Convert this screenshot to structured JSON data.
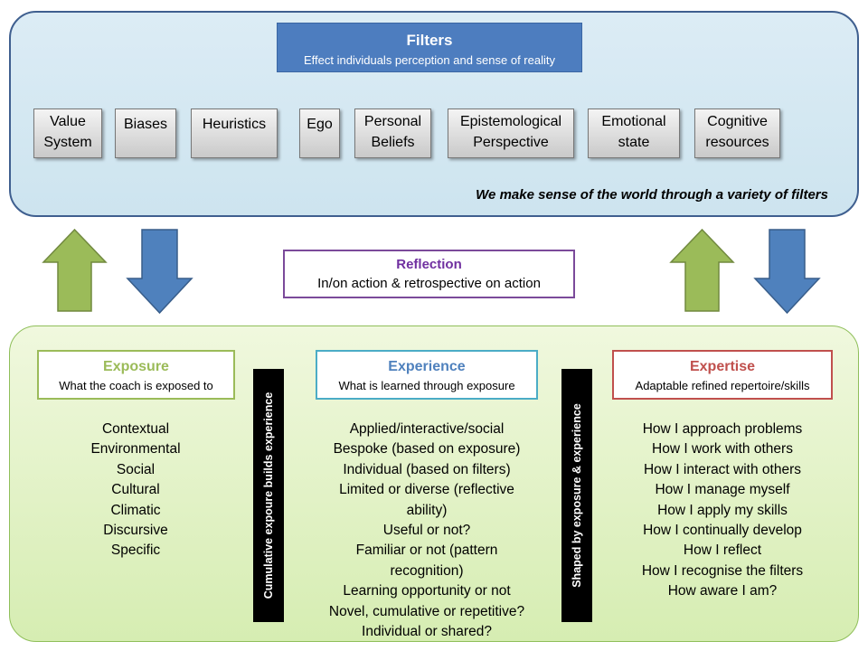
{
  "filters": {
    "title": "Filters",
    "subtitle": "Effect individuals perception and sense of reality",
    "items": [
      {
        "line1": "Value",
        "line2": "System"
      },
      {
        "line1": "Biases",
        "line2": ""
      },
      {
        "line1": "Heuristics",
        "line2": ""
      },
      {
        "line1": "Ego",
        "line2": ""
      },
      {
        "line1": "Personal",
        "line2": "Beliefs"
      },
      {
        "line1": "Epistemological",
        "line2": "Perspective"
      },
      {
        "line1": "Emotional",
        "line2": "state"
      },
      {
        "line1": "Cognitive",
        "line2": "resources"
      }
    ],
    "caption": "We make sense of the world through a variety of filters"
  },
  "reflection": {
    "title": "Reflection",
    "subtitle": "In/on action & retrospective on action"
  },
  "exposure": {
    "title": "Exposure",
    "subtitle": "What the coach is exposed to",
    "items": [
      "Contextual",
      "Environmental",
      "Social",
      "Cultural",
      "Climatic",
      "Discursive",
      "Specific"
    ]
  },
  "bar_left": "Cumulative expoure builds experience",
  "experience": {
    "title": "Experience",
    "subtitle": "What is learned through exposure",
    "items": [
      "Applied/interactive/social",
      "Bespoke (based on exposure)",
      "Individual (based on filters)",
      "Limited or diverse (reflective",
      "ability)",
      "Useful or not?",
      "Familiar or not (pattern",
      "recognition)",
      "Learning opportunity or not",
      "Novel, cumulative or repetitive?",
      "Individual or shared?"
    ]
  },
  "bar_right": "Shaped by exposure & experience",
  "expertise": {
    "title": "Expertise",
    "subtitle": "Adaptable refined repertoire/skills",
    "items": [
      "How I approach problems",
      "How I work with others",
      "How I interact with others",
      "How I manage myself",
      "How I apply my skills",
      "How I continually develop",
      "How I reflect",
      "How I recognise the filters",
      "How aware  I am?"
    ]
  },
  "colors": {
    "filters_header": "#4d7dbf",
    "reflection_title": "#7030a0",
    "exposure_title": "#9bbb59",
    "experience_title": "#4f81bd",
    "expertise_title": "#c0504d",
    "arrow_up": "#9bbb59",
    "arrow_down": "#4f81bd"
  }
}
